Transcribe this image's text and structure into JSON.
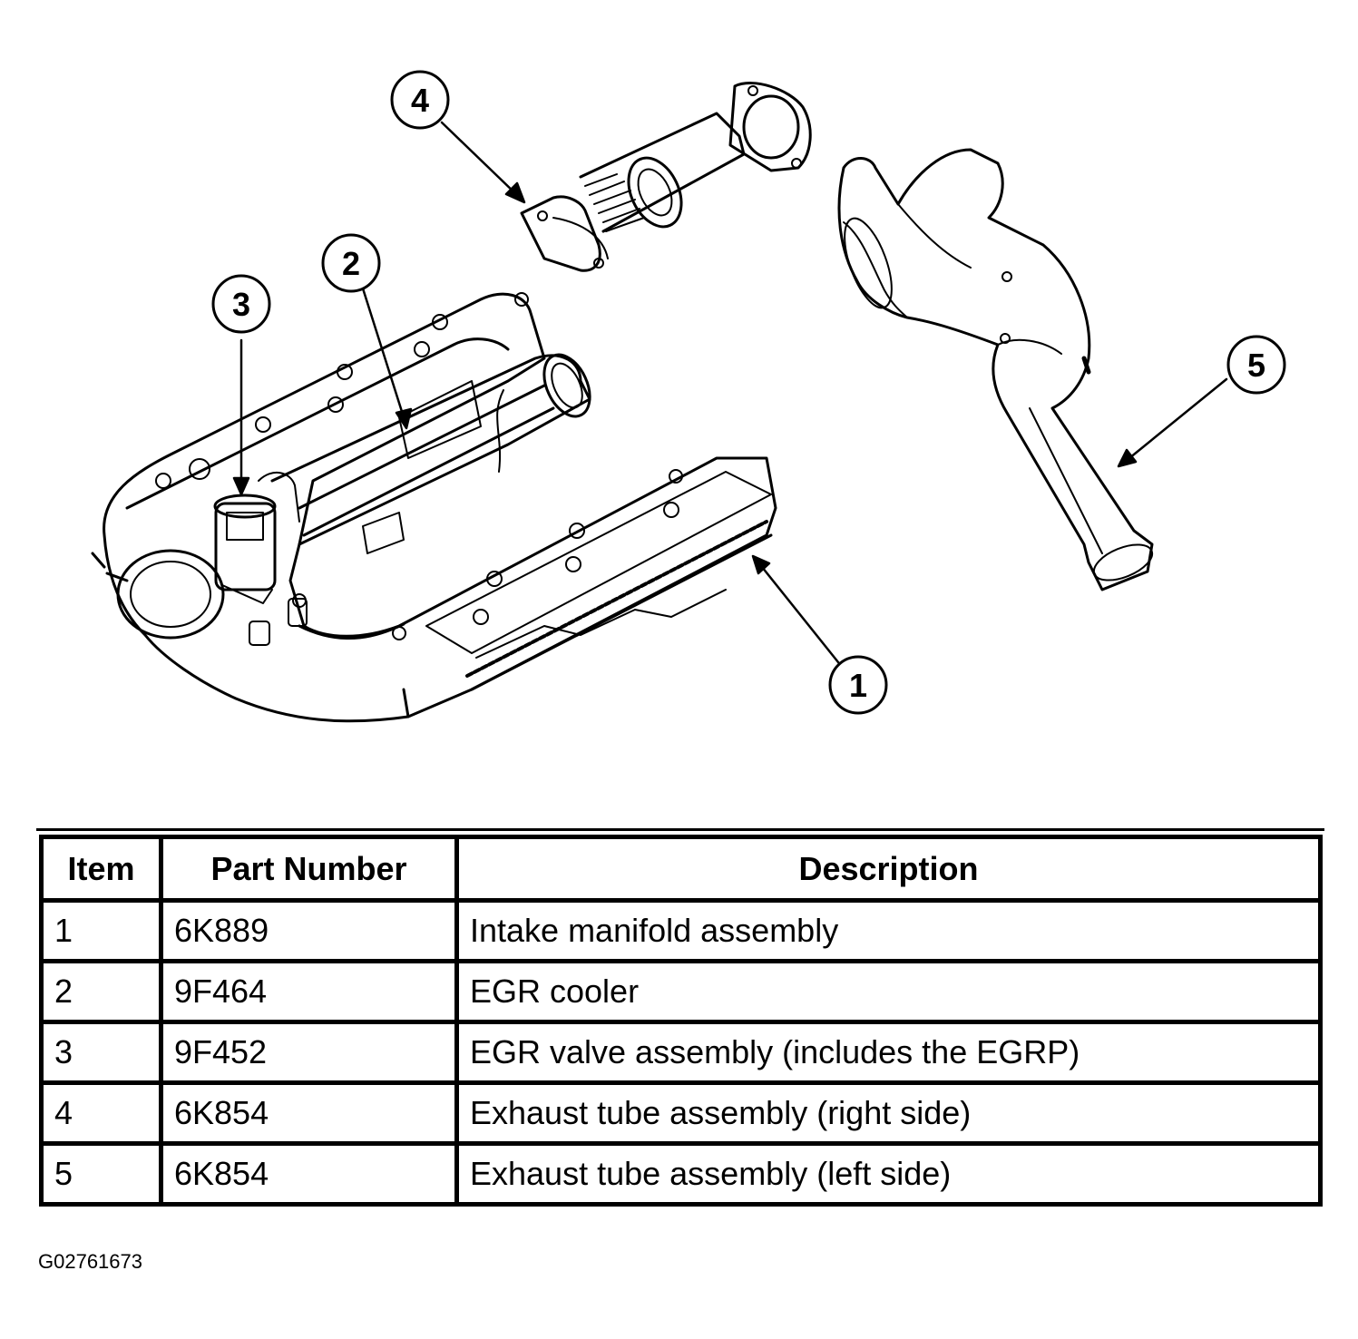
{
  "callouts": [
    {
      "number": "1"
    },
    {
      "number": "2"
    },
    {
      "number": "3"
    },
    {
      "number": "4"
    },
    {
      "number": "5"
    }
  ],
  "table": {
    "headers": {
      "item": "Item",
      "part_number": "Part Number",
      "description": "Description"
    },
    "rows": [
      {
        "item": "1",
        "part_number": "6K889",
        "description": "Intake manifold assembly"
      },
      {
        "item": "2",
        "part_number": "9F464",
        "description": "EGR cooler"
      },
      {
        "item": "3",
        "part_number": "9F452",
        "description": "EGR valve assembly (includes the EGRP)"
      },
      {
        "item": "4",
        "part_number": "6K854",
        "description": "Exhaust tube assembly (right side)"
      },
      {
        "item": "5",
        "part_number": "6K854",
        "description": "Exhaust tube assembly (left side)"
      }
    ]
  },
  "figure_id": "G02761673"
}
